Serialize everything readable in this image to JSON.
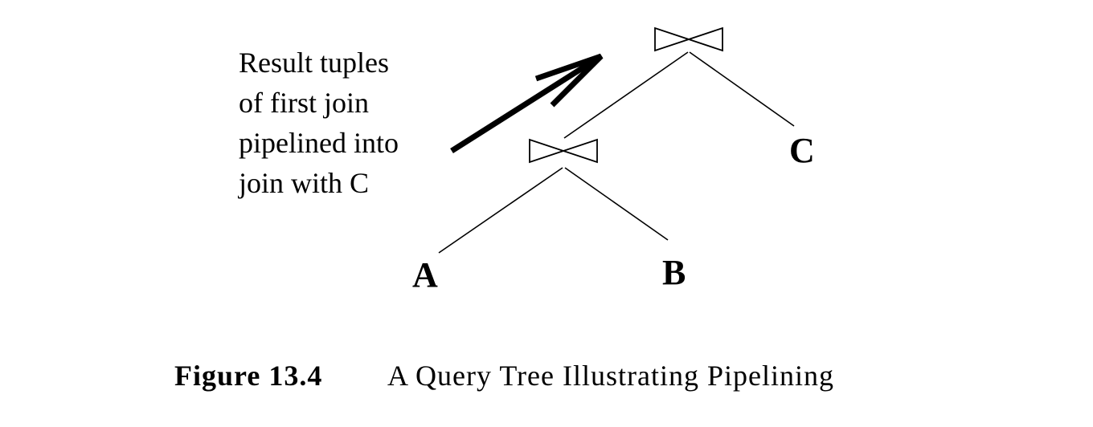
{
  "diagram": {
    "annotation_lines": [
      "Result tuples",
      "of first join",
      "pipelined into",
      "join with C"
    ],
    "leaves": {
      "a": "A",
      "b": "B",
      "c": "C"
    },
    "operator_icon": "join-bowtie-icon",
    "arrow_icon": "bold-arrow-icon"
  },
  "caption": {
    "label": "Figure 13.4",
    "text": "A Query Tree Illustrating Pipelining"
  }
}
